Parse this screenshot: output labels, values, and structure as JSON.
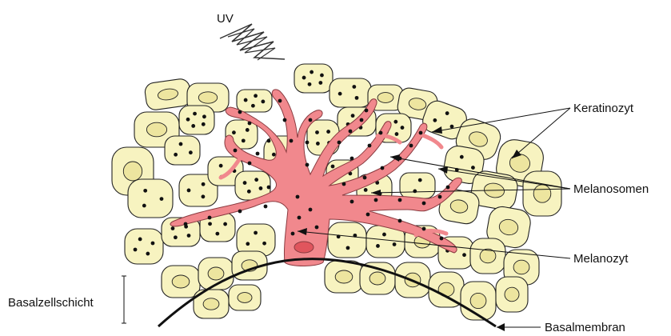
{
  "diagram": {
    "labels": {
      "uv": "UV",
      "keratinocyte": "Keratinozyt",
      "melanosome": "Melanosomen",
      "melanocyte": "Melanozyt",
      "basal_layer": "Basalzellschicht",
      "basement_membrane": "Basalmembran"
    },
    "colors": {
      "keratinocyte_fill": "#f7f3c0",
      "keratinocyte_nucleus": "#ede59f",
      "melanocyte_fill": "#f1888d",
      "melanocyte_nucleus": "#e0555d",
      "outline": "#222222",
      "melanosome": "#111111"
    }
  }
}
